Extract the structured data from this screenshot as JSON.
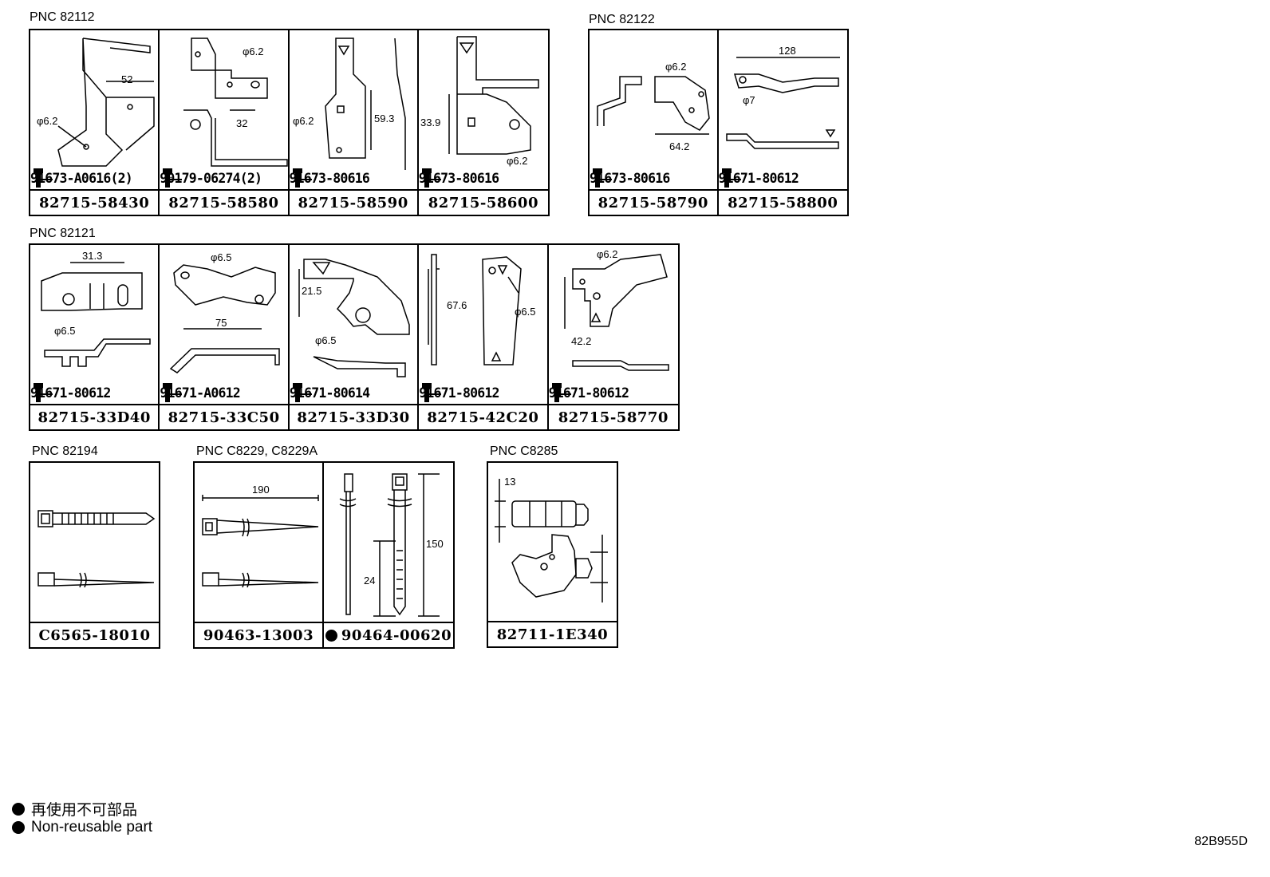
{
  "sections": [
    {
      "pnc": "PNC 82112",
      "items": [
        {
          "dims": [
            "φ6.2",
            "52"
          ],
          "bolt": "91673-A0616(2)",
          "part": "82715-58430",
          "nonreusable": false
        },
        {
          "dims": [
            "φ6.2",
            "32"
          ],
          "bolt": "90179-06274(2)",
          "part": "82715-58580",
          "nonreusable": false
        },
        {
          "dims": [
            "φ6.2",
            "59.3"
          ],
          "bolt": "91673-80616",
          "part": "82715-58590",
          "nonreusable": false
        },
        {
          "dims": [
            "33.9",
            "φ6.2"
          ],
          "bolt": "91673-80616",
          "part": "82715-58600",
          "nonreusable": false
        }
      ]
    },
    {
      "pnc": "PNC 82122",
      "items": [
        {
          "dims": [
            "φ6.2",
            "64.2"
          ],
          "bolt": "91673-80616",
          "part": "82715-58790",
          "nonreusable": false
        },
        {
          "dims": [
            "128",
            "φ7"
          ],
          "bolt": "91671-80612",
          "part": "82715-58800",
          "nonreusable": false
        }
      ]
    },
    {
      "pnc": "PNC 82121",
      "items": [
        {
          "dims": [
            "31.3",
            "φ6.5"
          ],
          "bolt": "91671-80612",
          "part": "82715-33D40",
          "nonreusable": false
        },
        {
          "dims": [
            "φ6.5",
            "75"
          ],
          "bolt": "91671-A0612",
          "part": "82715-33C50",
          "nonreusable": false
        },
        {
          "dims": [
            "21.5",
            "φ6.5"
          ],
          "bolt": "91671-80614",
          "part": "82715-33D30",
          "nonreusable": false
        },
        {
          "dims": [
            "67.6",
            "φ6.5"
          ],
          "bolt": "91671-80612",
          "part": "82715-42C20",
          "nonreusable": false
        },
        {
          "dims": [
            "φ6.2",
            "42.2"
          ],
          "bolt": "91671-80612",
          "part": "82715-58770",
          "nonreusable": false
        }
      ]
    },
    {
      "pnc": "PNC 82194",
      "items": [
        {
          "dims": [],
          "bolt": "",
          "part": "C6565-18010",
          "nonreusable": false
        }
      ]
    },
    {
      "pnc": "PNC C8229, C8229A",
      "items": [
        {
          "dims": [
            "190"
          ],
          "bolt": "",
          "part": "90463-13003",
          "nonreusable": false
        },
        {
          "dims": [
            "150",
            "24"
          ],
          "bolt": "",
          "part": "90464-00620",
          "nonreusable": true
        }
      ]
    },
    {
      "pnc": "PNC C8285",
      "items": [
        {
          "dims": [
            "13"
          ],
          "bolt": "",
          "part": "82711-1E340",
          "nonreusable": false
        }
      ]
    }
  ],
  "legend": {
    "ja": "再使用不可部品",
    "en": "Non-reusable part"
  },
  "diagram_code": "82B955D"
}
